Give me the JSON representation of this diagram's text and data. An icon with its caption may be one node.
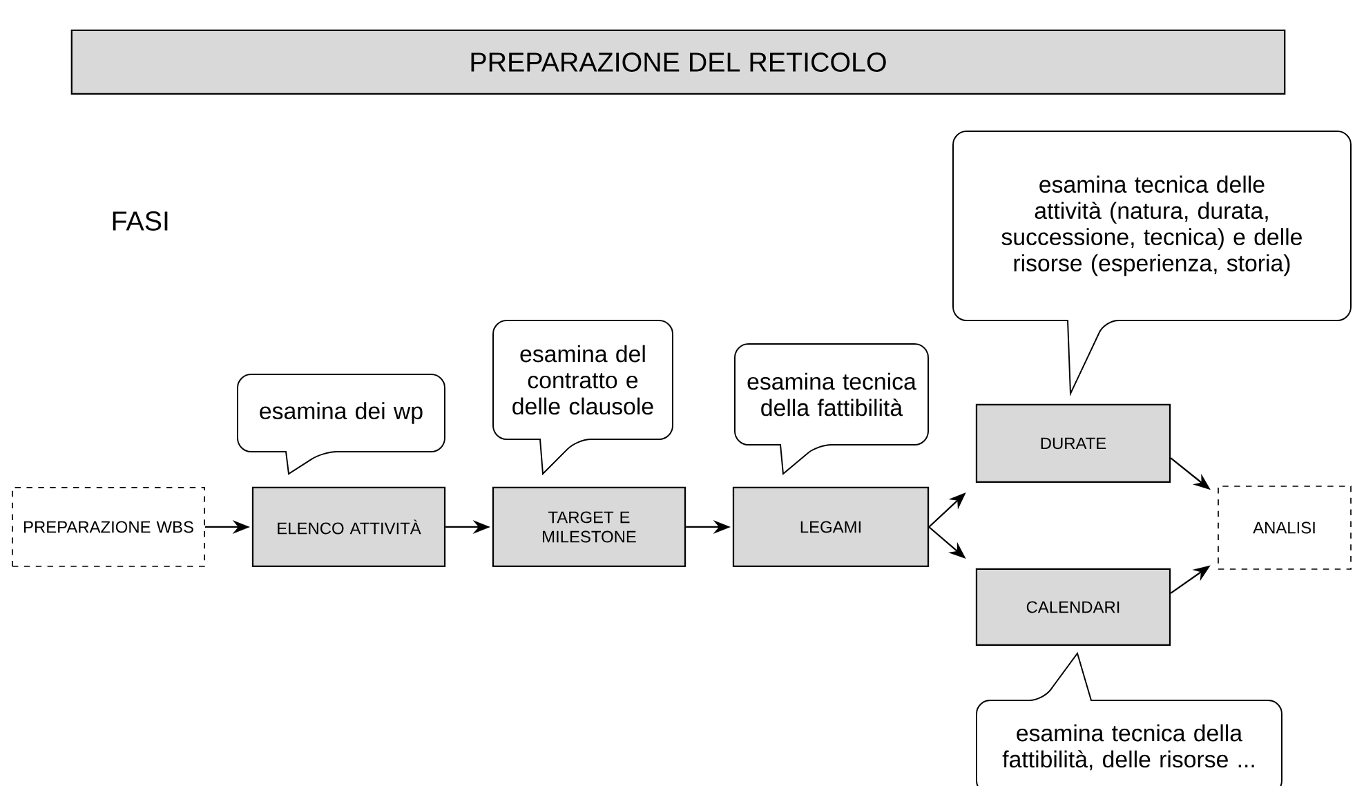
{
  "diagram": {
    "title": "PREPARAZIONE DEL RETICOLO",
    "nodes": [
      {
        "text": [
          "PREPARAZIONE WBS"
        ]
      },
      {
        "text": [
          "ELENCO ATTIVITÀ"
        ]
      },
      {
        "text": [
          "TARGET E MILESTONE"
        ]
      },
      {
        "text": [
          "LEGAMI"
        ]
      },
      {
        "text": [
          "DURATE"
        ]
      },
      {
        "text": [
          "CALENDARI"
        ]
      },
      {
        "text": [
          "ANALISI"
        ]
      },
      {
        "text": [
          "esamina dei wp"
        ]
      },
      {
        "text": [
          "esamina del contratto e delle clausole"
        ]
      },
      {
        "text": [
          "esamina tecnica della fattibilità"
        ]
      },
      {
        "text": [
          "esamina tecnica delle attività (natura, durata, successione, tecnica) e delle risorse (esperienza, storia)"
        ]
      },
      {
        "text": [
          "esamina tecnica della fattibilità, delle risorse ..."
        ]
      }
    ],
    "edges": [
      {
        "from": 0,
        "to": 1,
        "arrow": "to"
      },
      {
        "from": 1,
        "to": 2,
        "arrow": "to"
      },
      {
        "from": 2,
        "to": 3,
        "arrow": "to"
      },
      {
        "from": 3,
        "to": 4,
        "arrow": "to"
      },
      {
        "from": 3,
        "to": 5,
        "arrow": "to"
      },
      {
        "from": 4,
        "to": 6,
        "arrow": "to"
      },
      {
        "from": 5,
        "to": 6,
        "arrow": "to"
      }
    ],
    "labels": [
      "FASI"
    ]
  }
}
